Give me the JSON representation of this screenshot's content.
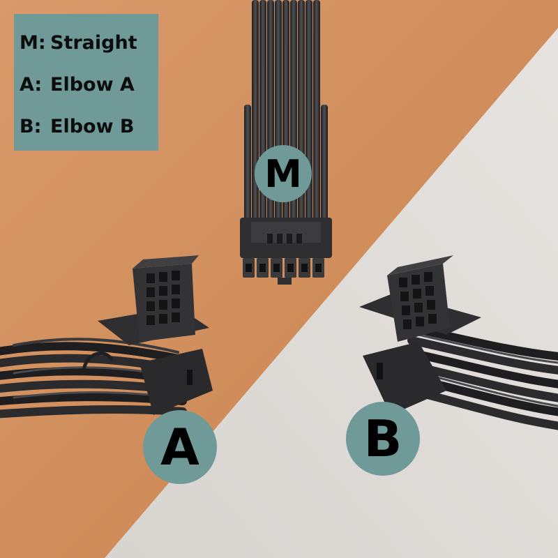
{
  "legend": {
    "items": [
      {
        "key": "M:",
        "label": "Straight"
      },
      {
        "key": "A:",
        "label": "Elbow A"
      },
      {
        "key": "B:",
        "label": "Elbow B"
      }
    ]
  },
  "badges": {
    "m": "M",
    "a": "A",
    "b": "B"
  },
  "colors": {
    "background_orange": "#d4925f",
    "background_grey": "#e2dfdc",
    "badge_teal": "#6f9a98",
    "cable_black": "#2d2d2f",
    "connector_dark": "#3a3a3c"
  },
  "objects": {
    "straight_connector": "black 12-pin straight cable connector",
    "elbow_a_connector": "black 12-pin right-angle cable connector, cables exit to the left",
    "elbow_b_connector": "black 12-pin right-angle cable connector, cables exit to the right"
  }
}
